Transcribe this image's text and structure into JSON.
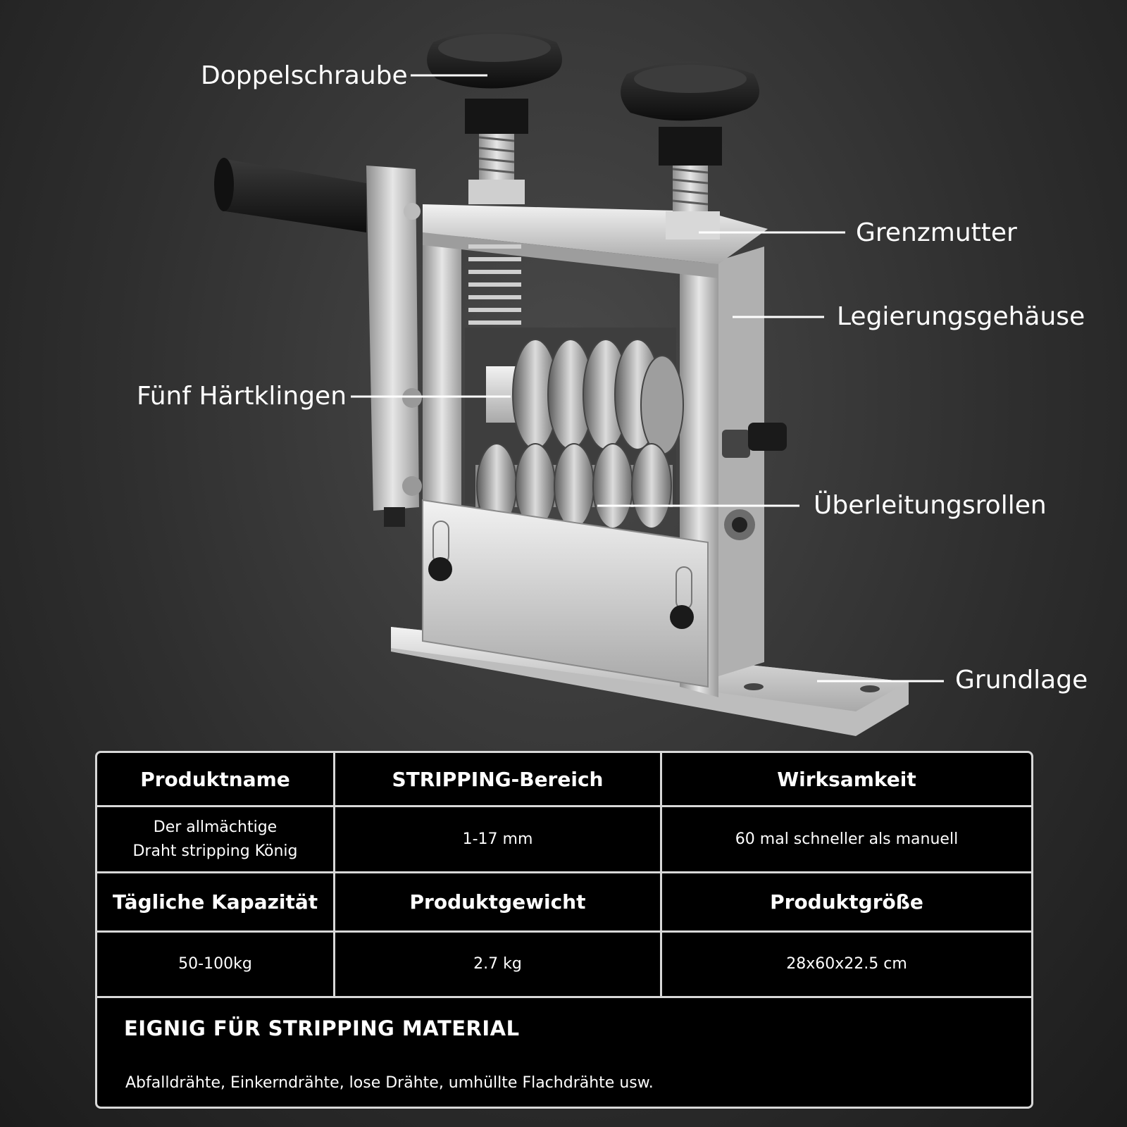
{
  "callouts": {
    "doppelschraube": "Doppelschraube",
    "grenzmutter": "Grenzmutter",
    "legierungsgehaeuse": "Legierungsgehäuse",
    "fuenf_haertklingen": "Fünf Härtklingen",
    "ueberleitungsrollen": "Überleitungsrollen",
    "grundlage": "Grundlage"
  },
  "specs": {
    "row1_headers": [
      "Produktname",
      "STRIPPING-Bereich",
      "Wirksamkeit"
    ],
    "row1_values": {
      "produktname_line1": "Der allmächtige",
      "produktname_line2": "Draht stripping König",
      "stripping_bereich": "1-17 mm",
      "wirksamkeit": "60 mal schneller als manuell"
    },
    "row2_headers": [
      "Tägliche Kapazität",
      "Produktgewicht",
      "Produktgröße"
    ],
    "row2_values": [
      "50-100kg",
      "2.7 kg",
      "28x60x22.5 cm"
    ],
    "material_title": "EIGNIG FÜR STRIPPING MATERIAL",
    "material_list": "Abfalldrähte, Einkerndrähte, lose Drähte, umhüllte Flachdrähte usw."
  },
  "colors": {
    "background": "#2f2f2f",
    "table_background": "#000000",
    "table_border": "#d8d8d8",
    "text": "#ffffff"
  }
}
